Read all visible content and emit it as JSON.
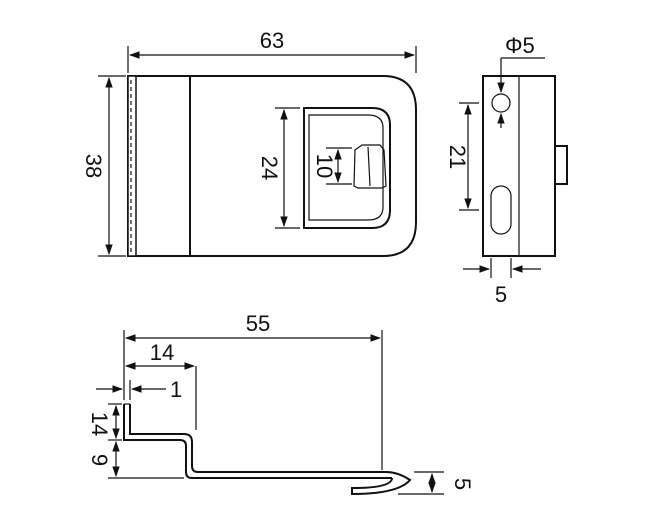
{
  "front_view": {
    "width_label": "63",
    "height_label": "38",
    "slot_height_label": "24",
    "tab_height_label": "10"
  },
  "side_view": {
    "hole_label": "Φ5",
    "hole_spacing_label": "21",
    "thickness_label": "5"
  },
  "bottom_view": {
    "length_label": "55",
    "offset_label": "14",
    "gap_label": "1",
    "upper_height_label": "14",
    "lower_height_label": "9",
    "lip_label": "5"
  }
}
